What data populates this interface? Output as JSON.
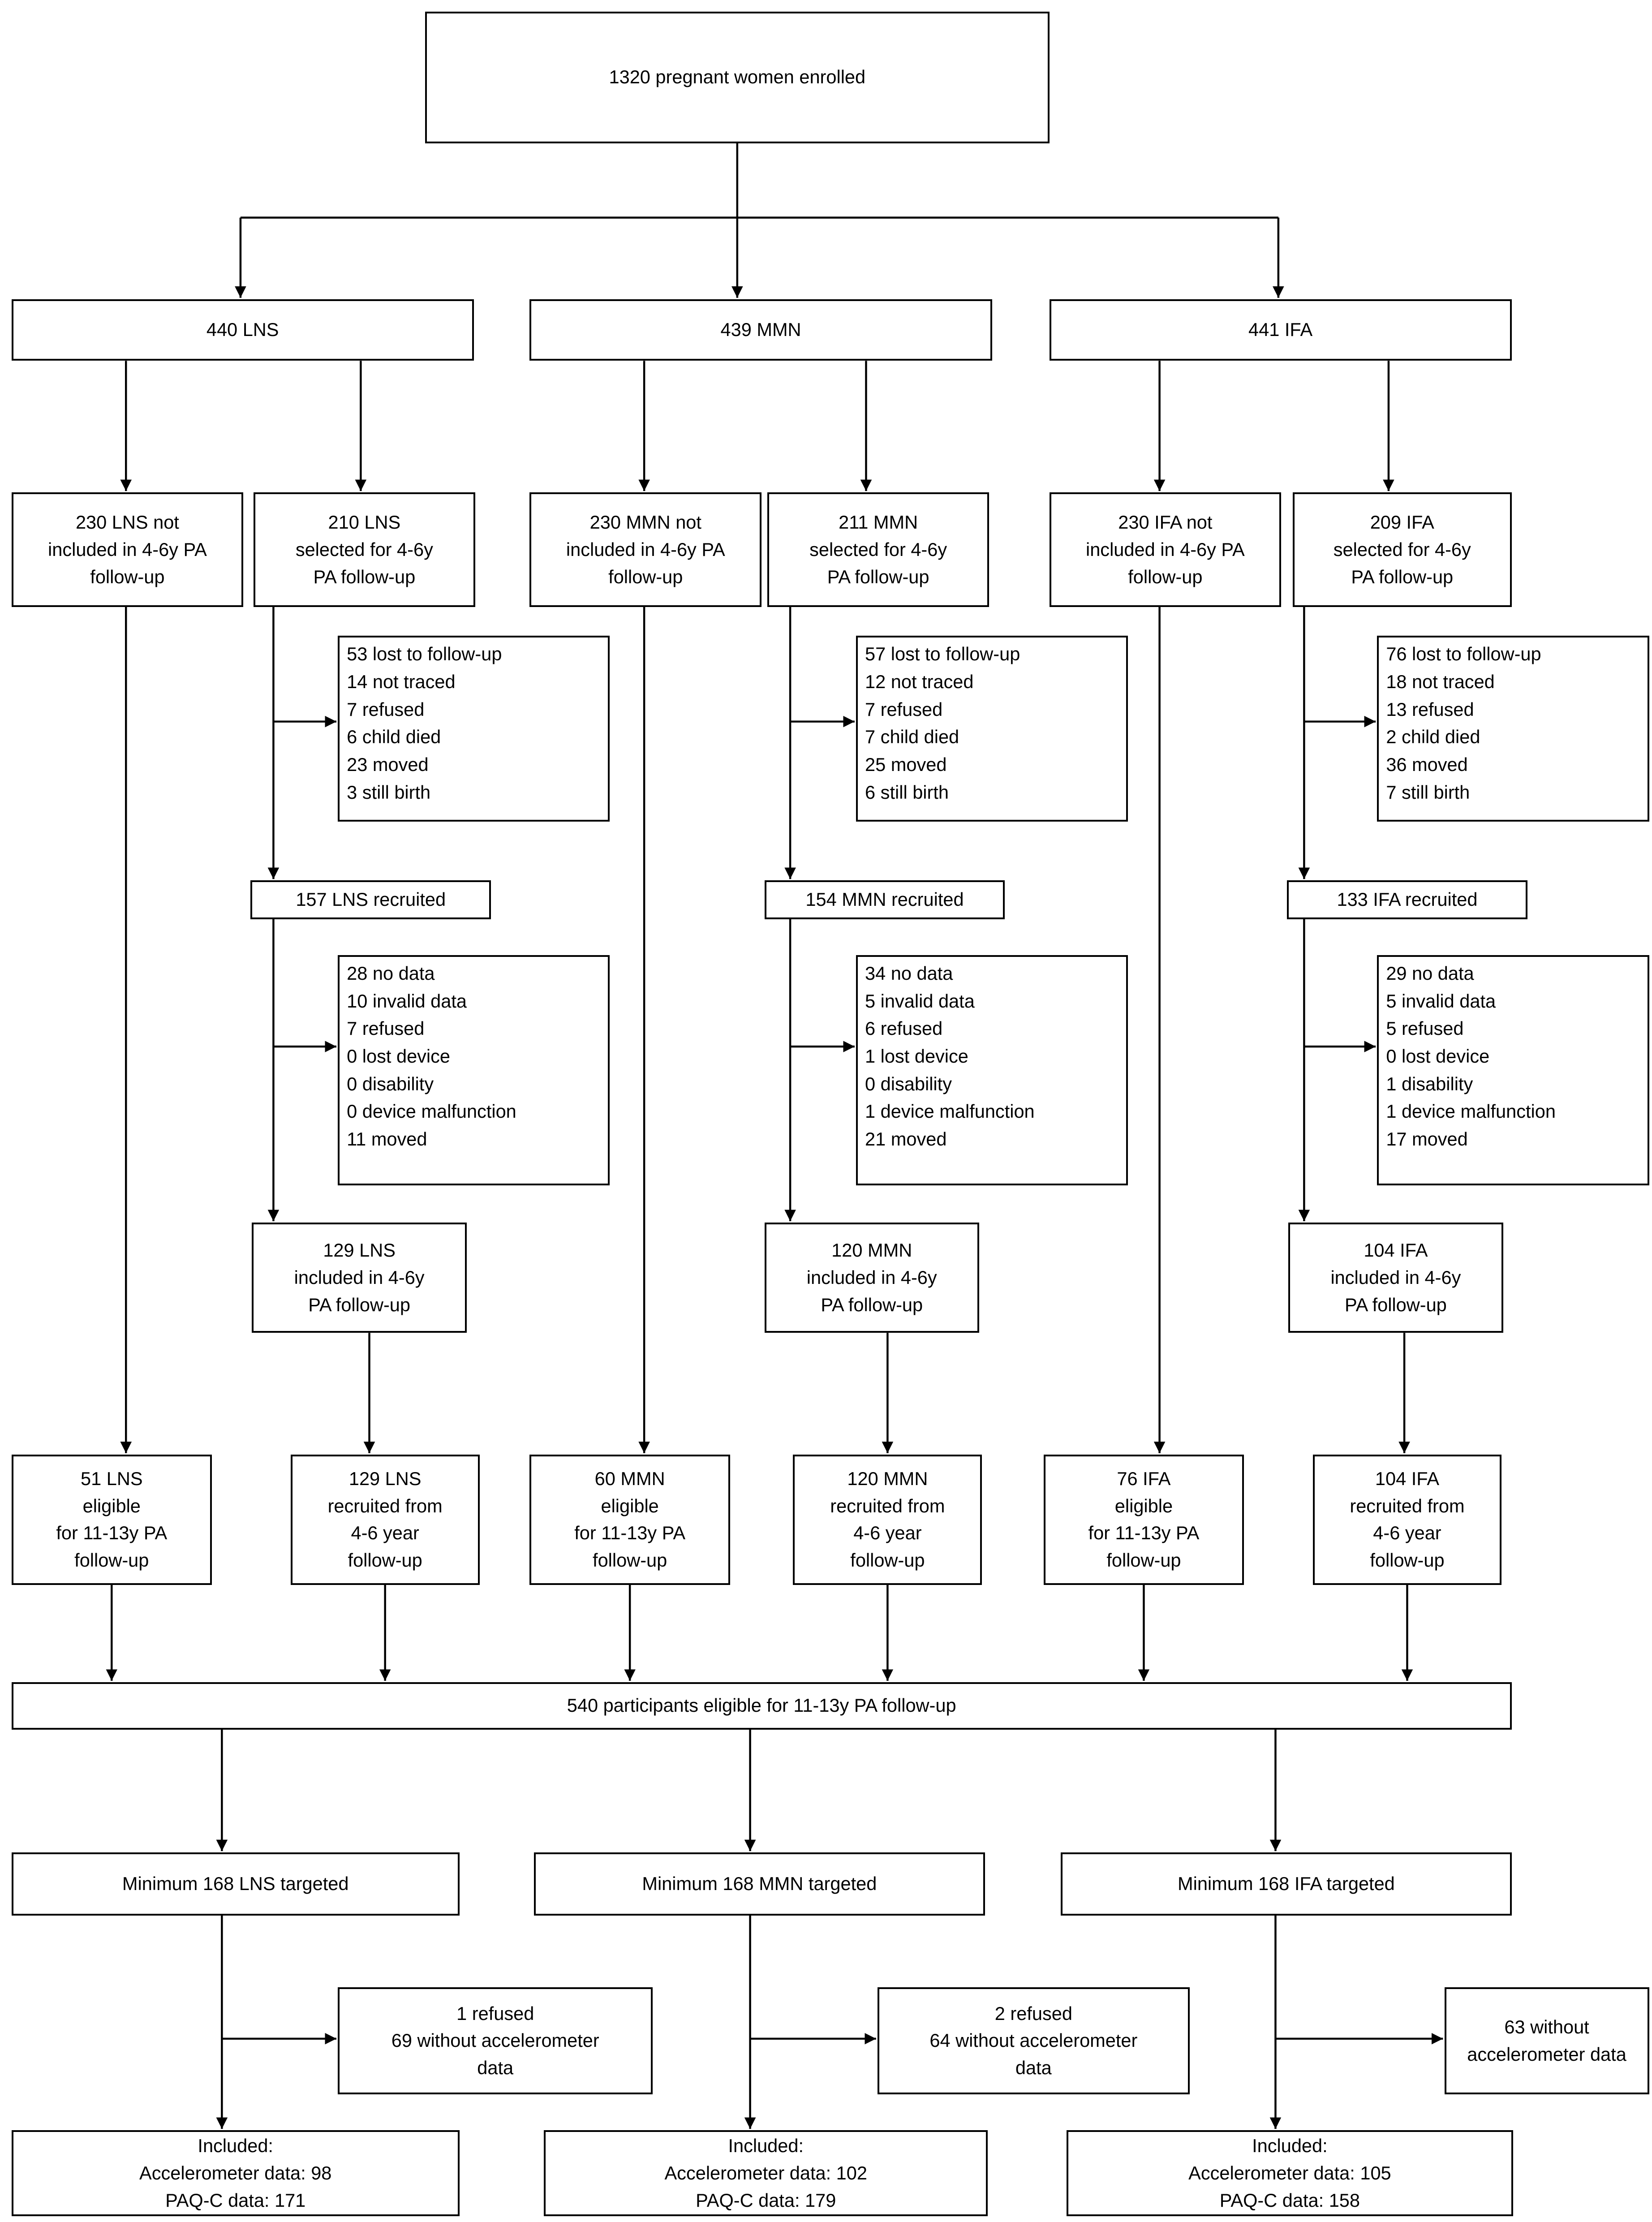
{
  "figure": {
    "type": "participant flow diagram",
    "colors": {
      "ink": "#000000",
      "background": "#ffffff"
    }
  },
  "enrollment": {
    "label": "1320 pregnant women enrolled"
  },
  "pooled": {
    "label": "540 participants eligible for 11-13y PA follow-up"
  },
  "arms": [
    {
      "key": "lns",
      "allocated": "440 LNS",
      "not_included": "230 LNS not\nincluded in 4-6y PA\nfollow-up",
      "selected": "210 LNS\nselected for 4-6y\nPA follow-up",
      "lost": "53 lost to follow-up\n14 not traced\n7 refused\n6 child died\n23 moved\n3 still birth",
      "recruited": "157 LNS recruited",
      "no_data": "28 no data\n10 invalid data\n7 refused\n0 lost device\n0 disability\n0 device malfunction\n11 moved",
      "included_4_6y": "129 LNS\nincluded in 4-6y\nPA follow-up",
      "eligible_11_13y": "51 LNS\neligible\nfor 11-13y PA\nfollow-up",
      "recruited_from_4_6y": "129 LNS\nrecruited from\n4-6 year\nfollow-up",
      "targeted": "Minimum 168 LNS targeted",
      "attrition": "1 refused\n69 without accelerometer\ndata",
      "included_final": "Included:\nAccelerometer data: 98\nPAQ-C data: 171"
    },
    {
      "key": "mmn",
      "allocated": "439 MMN",
      "not_included": "230 MMN not\nincluded in 4-6y PA\nfollow-up",
      "selected": "211 MMN\nselected for 4-6y\nPA follow-up",
      "lost": "57 lost to follow-up\n12 not traced\n7 refused\n7 child died\n25 moved\n6 still birth",
      "recruited": "154 MMN recruited",
      "no_data": "34 no data\n5 invalid data\n6 refused\n1 lost device\n0 disability\n1 device malfunction\n21 moved",
      "included_4_6y": "120 MMN\nincluded in 4-6y\nPA follow-up",
      "eligible_11_13y": "60 MMN\neligible\nfor 11-13y PA\nfollow-up",
      "recruited_from_4_6y": "120 MMN\nrecruited from\n4-6 year\nfollow-up",
      "targeted": "Minimum 168 MMN targeted",
      "attrition": "2 refused\n64 without accelerometer\ndata",
      "included_final": "Included:\nAccelerometer data: 102\nPAQ-C data: 179"
    },
    {
      "key": "ifa",
      "allocated": "441 IFA",
      "not_included": "230 IFA not\nincluded in 4-6y PA\nfollow-up",
      "selected": "209 IFA\nselected for 4-6y\nPA follow-up",
      "lost": "76 lost to follow-up\n18 not traced\n13 refused\n2 child died\n36 moved\n7 still birth",
      "recruited": "133 IFA recruited",
      "no_data": "29 no data\n5 invalid data\n5 refused\n0 lost device\n1 disability\n1 device malfunction\n17 moved",
      "included_4_6y": "104 IFA\nincluded in 4-6y\nPA follow-up",
      "eligible_11_13y": "76 IFA\neligible\nfor 11-13y PA\nfollow-up",
      "recruited_from_4_6y": "104 IFA\nrecruited from\n4-6 year\nfollow-up",
      "targeted": "Minimum 168 IFA targeted",
      "attrition": "63 without\naccelerometer data",
      "included_final": "Included:\nAccelerometer data: 105\nPAQ-C data: 158"
    }
  ]
}
